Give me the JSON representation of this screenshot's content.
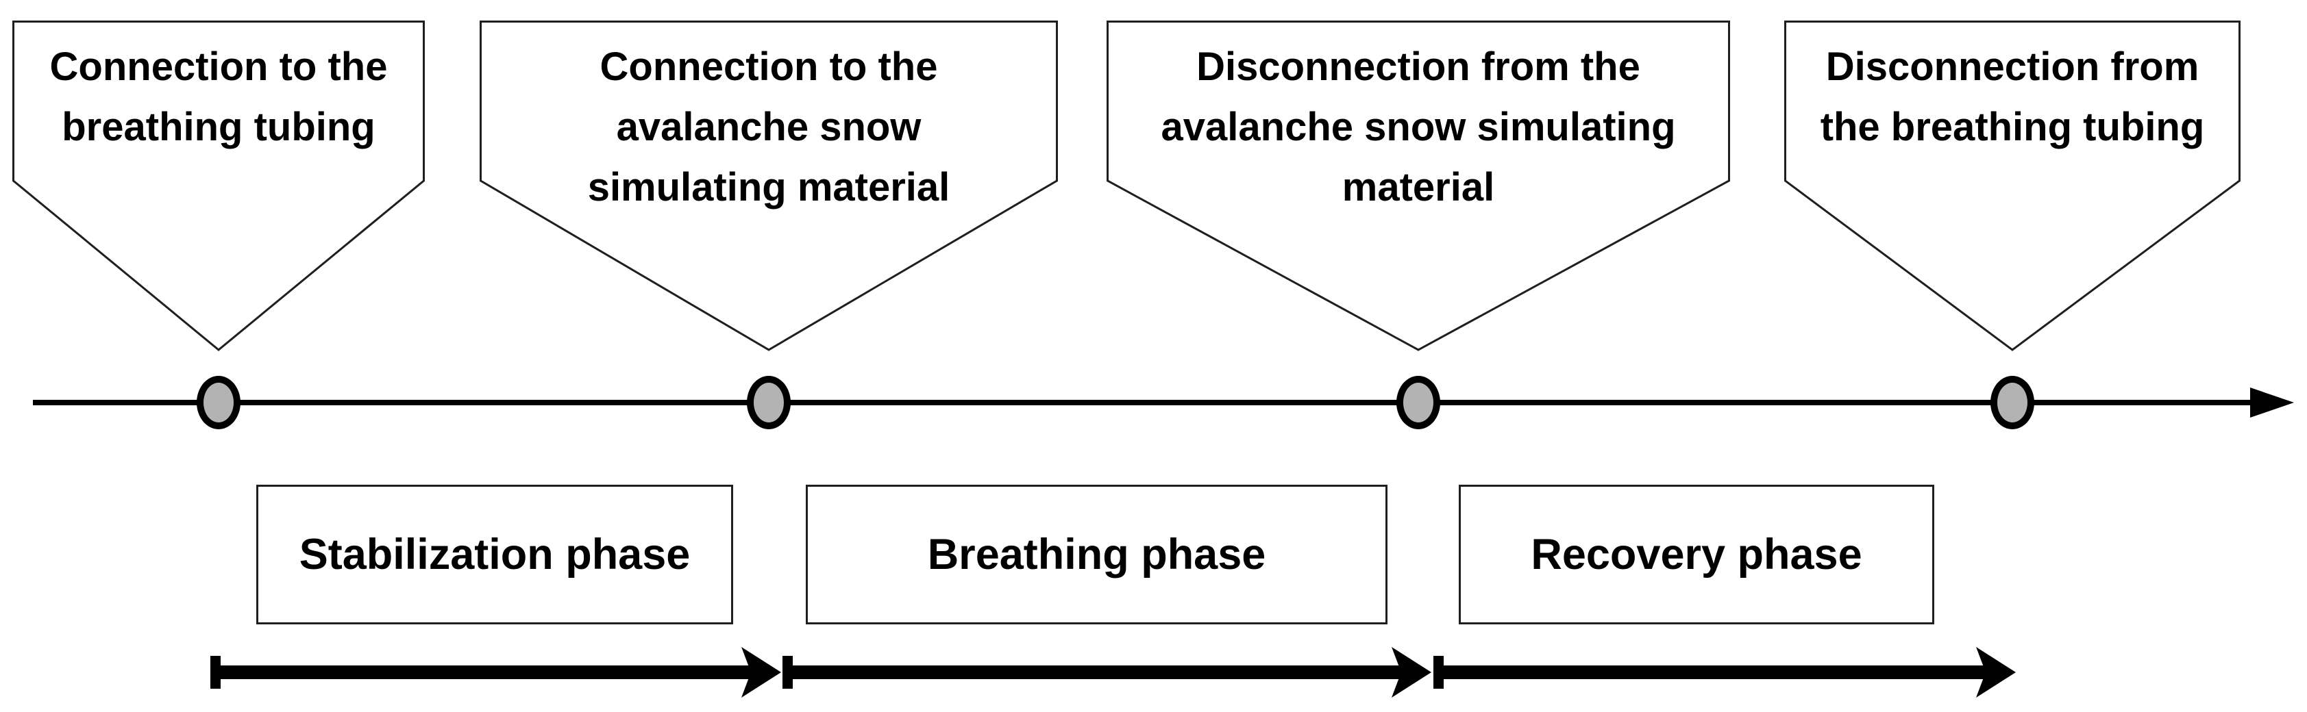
{
  "callouts": [
    {
      "lines": [
        "Connection to the",
        "breathing tubing"
      ]
    },
    {
      "lines": [
        "Connection to the",
        "avalanche snow",
        "simulating material"
      ]
    },
    {
      "lines": [
        "Disconnection from the",
        "avalanche snow simulating",
        "material"
      ]
    },
    {
      "lines": [
        "Disconnection from",
        "the breathing tubing"
      ]
    }
  ],
  "phases": [
    {
      "label": "Stabilization phase"
    },
    {
      "label": "Breathing phase"
    },
    {
      "label": "Recovery phase"
    }
  ],
  "colors": {
    "background": "#ffffff",
    "line": "#000000",
    "shape_stroke": "#1f1f1f",
    "marker_fill": "#b3b3b3"
  }
}
